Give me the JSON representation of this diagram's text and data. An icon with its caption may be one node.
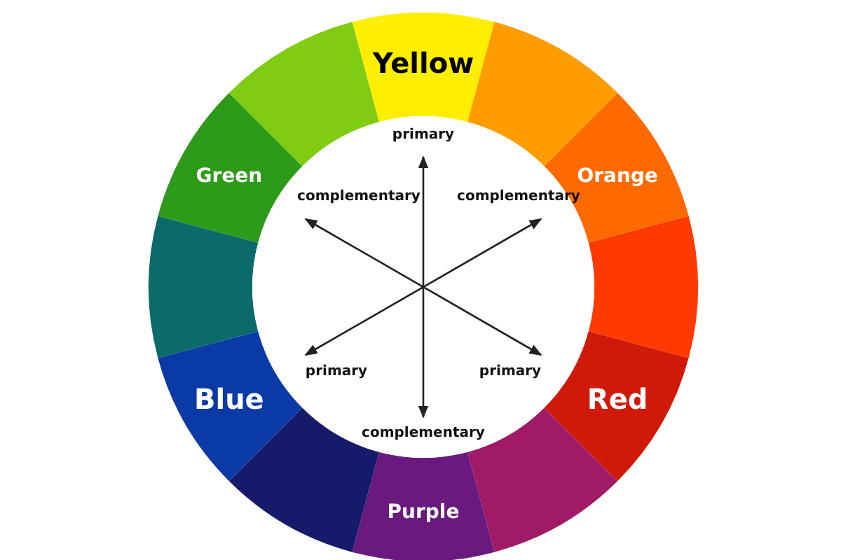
{
  "diagram": {
    "nodes": [
      {
        "text": [
          "Yellow"
        ]
      },
      {
        "text": [],
        "shape": "wedge"
      },
      {
        "text": [
          "Orange"
        ]
      },
      {
        "text": [],
        "shape": "wedge"
      },
      {
        "text": [
          "Red"
        ]
      },
      {
        "text": [],
        "shape": "wedge"
      },
      {
        "text": [
          "Purple"
        ]
      },
      {
        "text": [],
        "shape": "wedge"
      },
      {
        "text": [
          "Blue"
        ]
      },
      {
        "text": [],
        "shape": "wedge"
      },
      {
        "text": [
          "Green"
        ]
      },
      {
        "text": [],
        "shape": "wedge"
      },
      {
        "text": [
          "primary"
        ]
      },
      {
        "text": [
          "complementary"
        ]
      },
      {
        "text": [
          "complementary"
        ]
      },
      {
        "text": [
          "primary"
        ]
      },
      {
        "text": [
          "primary"
        ]
      },
      {
        "text": [
          "complementary"
        ]
      }
    ],
    "edges": [
      {
        "from": 12,
        "to": 17,
        "arrow": "both"
      },
      {
        "from": 13,
        "to": 16,
        "arrow": "both"
      },
      {
        "from": 14,
        "to": 15,
        "arrow": "both"
      }
    ]
  }
}
